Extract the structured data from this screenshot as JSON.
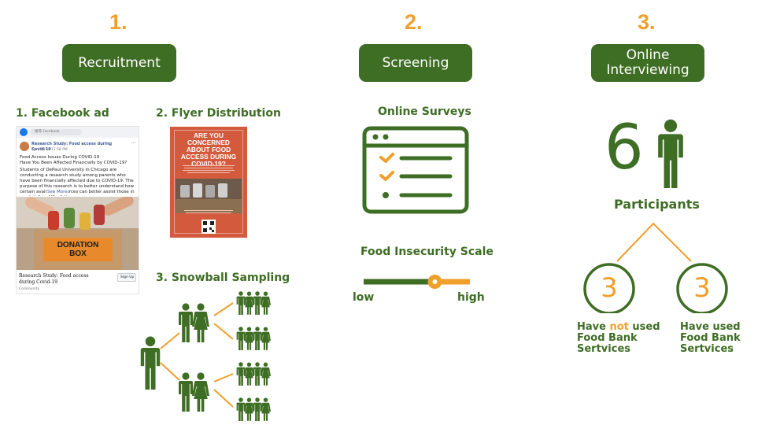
{
  "steps": [
    {
      "number": "1.",
      "title": "Recruitment"
    },
    {
      "number": "2.",
      "title": "Screening"
    },
    {
      "number": "3.",
      "title_lines": [
        "Online",
        "Interviewing"
      ]
    }
  ],
  "recruitment": {
    "facebook_label": "1. Facebook ad",
    "flyer_label": "2. Flyer Distribution",
    "snowball_label": "3. Snowball Sampling",
    "fb_ad": {
      "search_text": "搜尋 Facebook",
      "page_name": "Research Study: Food access during Covid-19",
      "date": "April 28 at 11:58 PM · ",
      "headline_1": "Food Access Issues During COVID-19",
      "headline_2": "Have You Been Affected Financially by COVID-19?",
      "body": "Students of DePaul University in Chicago are conducting a research study among parents who have been financially affected due to COVID-19. The purpose of this research is to better understand how certain available resources can better assist those in need at this difficult time. ...",
      "see_more": "See More",
      "box_text_1": "DONATION",
      "box_text_2": "BOX",
      "footer_title": "Research Study: Food access during Covid-19",
      "footer_sub": "Community",
      "signup": "Sign Up"
    },
    "flyer": {
      "headline": "ARE YOU CONCERNED ABOUT FOOD ACCESS DURING COVID-19?"
    }
  },
  "screening": {
    "surveys_label": "Online Surveys",
    "scale_label": "Food Insecurity Scale",
    "scale_low": "low",
    "scale_high": "high",
    "scale_level": 0.67
  },
  "interviewing": {
    "participant_count": "6",
    "participants_label": "Participants",
    "group_a_count": "3",
    "group_b_count": "3",
    "group_a_line1_pre": "Have ",
    "group_a_line1_hl": "not",
    "group_a_line1_post": " used",
    "group_a_line2": "Food Bank",
    "group_a_line3": "Sertvices",
    "group_b_line1": "Have used",
    "group_b_line2": "Food Bank",
    "group_b_line3": "Sertvices"
  },
  "colors": {
    "green": "#3E6D24",
    "orange": "#F19F2B",
    "flyer": "#D45A3E"
  }
}
